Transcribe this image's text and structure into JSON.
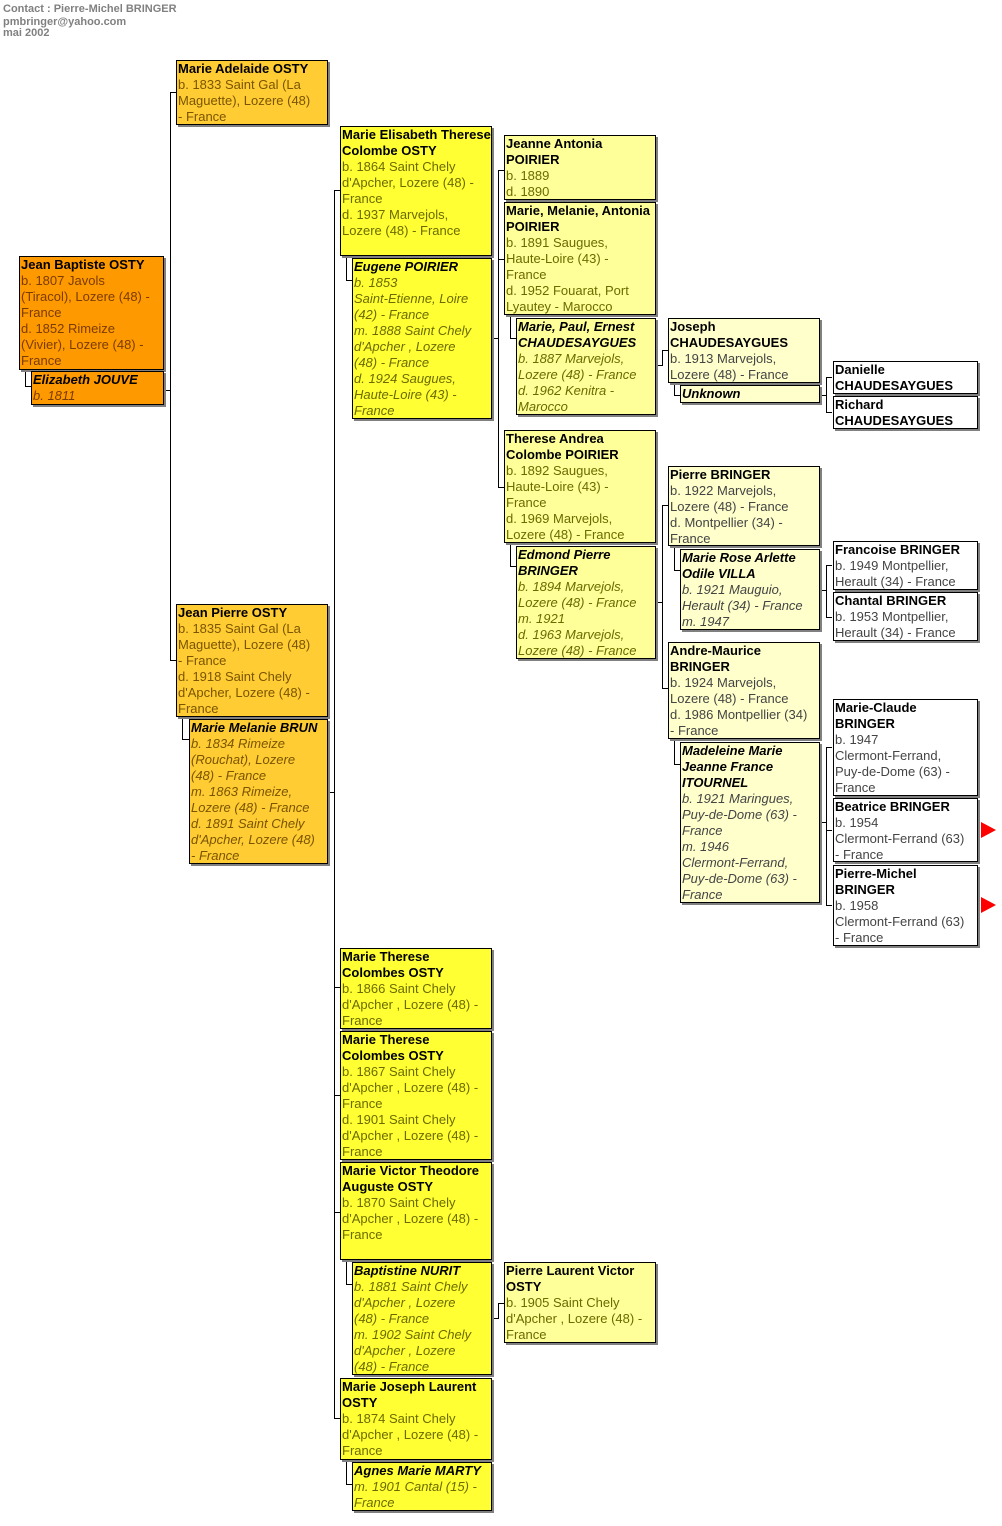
{
  "header": {
    "contact": "Contact : Pierre-Michel BRINGER",
    "email": "pmbringer@yahoo.com",
    "date": "mai 2002"
  },
  "persons": {
    "jean_baptiste": {
      "name": "Jean Baptiste OSTY",
      "lines": [
        "b. 1807 Javols",
        "(Tiracol), Lozere (48) -",
        "France",
        "d. 1852 Rimeize",
        "(Vivier), Lozere (48) -",
        "France"
      ]
    },
    "elizabeth": {
      "name": "Elizabeth JOUVE",
      "lines": [
        "b. 1811"
      ]
    },
    "marie_adelaide": {
      "name": "Marie Adelaide OSTY",
      "lines": [
        "b. 1833 Saint Gal (La",
        "Maguette), Lozere (48)",
        "- France"
      ]
    },
    "jean_pierre": {
      "name": "Jean Pierre OSTY",
      "lines": [
        "b. 1835 Saint Gal (La",
        "Maguette), Lozere (48)",
        "- France",
        "d. 1918 Saint Chely",
        "d'Apcher, Lozere (48) -",
        "France"
      ]
    },
    "marie_melanie_brun": {
      "name": "Marie Melanie BRUN",
      "lines": [
        "b. 1834 Rimeize",
        "(Rouchat), Lozere",
        "(48) - France",
        "m. 1863 Rimeize,",
        "Lozere (48) - France",
        "d. 1891 Saint Chely",
        "d'Apcher, Lozere (48)",
        "- France"
      ]
    },
    "marie_elisabeth": {
      "name": "Marie Elisabeth Therese Colombe OSTY",
      "lines": [
        "b. 1864 Saint Chely",
        "d'Apcher, Lozere (48) -",
        "France",
        "d. 1937 Marvejols,",
        "Lozere (48) - France"
      ]
    },
    "eugene": {
      "name": "Eugene POIRIER",
      "lines": [
        "b. 1853",
        "Saint-Etienne, Loire",
        "(42) - France",
        "m. 1888 Saint Chely",
        "d'Apcher , Lozere",
        "(48) - France",
        "d. 1924 Saugues,",
        "Haute-Loire (43) -",
        "France"
      ]
    },
    "mt_1866": {
      "name": "Marie Therese Colombes OSTY",
      "lines": [
        "b. 1866 Saint Chely",
        "d'Apcher , Lozere (48) -",
        "France"
      ]
    },
    "mt_1867": {
      "name": "Marie Therese Colombes OSTY",
      "lines": [
        "b. 1867 Saint Chely",
        "d'Apcher , Lozere (48) -",
        "France",
        "d. 1901 Saint Chely",
        "d'Apcher , Lozere (48) -",
        "France"
      ]
    },
    "marie_victor": {
      "name": "Marie Victor Theodore Auguste OSTY",
      "lines": [
        "b. 1870 Saint Chely",
        "d'Apcher , Lozere (48) -",
        "France"
      ]
    },
    "baptistine": {
      "name": "Baptistine NURIT",
      "lines": [
        "b. 1881 Saint Chely",
        "d'Apcher , Lozere",
        "(48) - France",
        "m. 1902 Saint Chely",
        "d'Apcher , Lozere",
        "(48) - France"
      ]
    },
    "marie_joseph": {
      "name": "Marie Joseph Laurent OSTY",
      "lines": [
        "b. 1874 Saint Chely",
        "d'Apcher , Lozere (48) -",
        "France"
      ]
    },
    "agnes": {
      "name": "Agnes Marie MARTY",
      "lines": [
        "m. 1901 Cantal (15) -",
        "France"
      ]
    },
    "jeanne_antonia": {
      "name": "Jeanne Antonia POIRIER",
      "lines": [
        "b. 1889",
        "d. 1890"
      ]
    },
    "marie_melanie_antonia": {
      "name": "Marie, Melanie, Antonia POIRIER",
      "lines": [
        "b. 1891 Saugues,",
        "Haute-Loire (43) -",
        "France",
        "d. 1952 Fouarat, Port",
        "Lyautey - Marocco"
      ]
    },
    "marie_paul": {
      "name": "Marie, Paul, Ernest CHAUDESAYGUES",
      "lines": [
        "b. 1887 Marvejols,",
        "Lozere (48) - France",
        "d. 1962 Kenitra -",
        "Marocco"
      ]
    },
    "therese_andrea": {
      "name": "Therese Andrea Colombe POIRIER",
      "lines": [
        "b. 1892 Saugues,",
        "Haute-Loire (43) -",
        "France",
        "d. 1969 Marvejols,",
        "Lozere (48) - France"
      ]
    },
    "edmond": {
      "name": "Edmond Pierre BRINGER",
      "lines": [
        "b. 1894 Marvejols,",
        "Lozere (48) - France",
        "m. 1921",
        "d. 1963 Marvejols,",
        "Lozere (48) - France"
      ]
    },
    "pierre_laurent": {
      "name": "Pierre Laurent Victor OSTY",
      "lines": [
        "b. 1905 Saint Chely",
        "d'Apcher , Lozere (48) -",
        "France"
      ]
    },
    "joseph": {
      "name": "Joseph CHAUDESAYGUES",
      "lines": [
        "b. 1913 Marvejols,",
        "Lozere (48) - France"
      ]
    },
    "unknown": {
      "name": "Unknown",
      "lines": []
    },
    "pierre_bringer": {
      "name": "Pierre BRINGER",
      "lines": [
        "b. 1922 Marvejols,",
        "Lozere (48) - France",
        "d.  Montpellier (34) -",
        "France"
      ]
    },
    "marie_rose": {
      "name": "Marie Rose Arlette Odile VILLA",
      "lines": [
        "b. 1921 Mauguio,",
        "Herault (34) - France",
        "m. 1947"
      ]
    },
    "andre_maurice": {
      "name": "Andre-Maurice BRINGER",
      "lines": [
        "b. 1924 Marvejols,",
        "Lozere (48) - France",
        "d. 1986 Montpellier (34)",
        "- France"
      ]
    },
    "madeleine": {
      "name": "Madeleine Marie Jeanne France ITOURNEL",
      "lines": [
        "b. 1921 Maringues,",
        "Puy-de-Dome (63) -",
        "France",
        "m. 1946",
        "Clermont-Ferrand,",
        "Puy-de-Dome (63) -",
        "France"
      ]
    },
    "danielle": {
      "name": "Danielle CHAUDESAYGUES",
      "lines": []
    },
    "richard": {
      "name": "Richard CHAUDESAYGUES",
      "lines": []
    },
    "francoise": {
      "name": "Francoise BRINGER",
      "lines": [
        "b. 1949 Montpellier,",
        "Herault (34) - France"
      ]
    },
    "chantal": {
      "name": "Chantal BRINGER",
      "lines": [
        "b. 1953 Montpellier,",
        "Herault (34) - France"
      ]
    },
    "marie_claude": {
      "name": "Marie-Claude BRINGER",
      "lines": [
        "b. 1947",
        "Clermont-Ferrand,",
        "Puy-de-Dome (63) -",
        "France"
      ]
    },
    "beatrice": {
      "name": "Beatrice BRINGER",
      "lines": [
        "b. 1954",
        "Clermont-Ferrand (63)",
        "- France"
      ]
    },
    "pierre_michel": {
      "name": "Pierre-Michel BRINGER",
      "lines": [
        "b. 1958",
        "Clermont-Ferrand (63)",
        "- France"
      ]
    }
  },
  "colors": {
    "gen0": "#ff9900",
    "gen1": "#ffcc33",
    "gen2": "#ffff33",
    "gen3": "#ffff99",
    "gen4": "#ffffcc",
    "gen5": "#ffffff",
    "arrow": "#ff0000"
  }
}
